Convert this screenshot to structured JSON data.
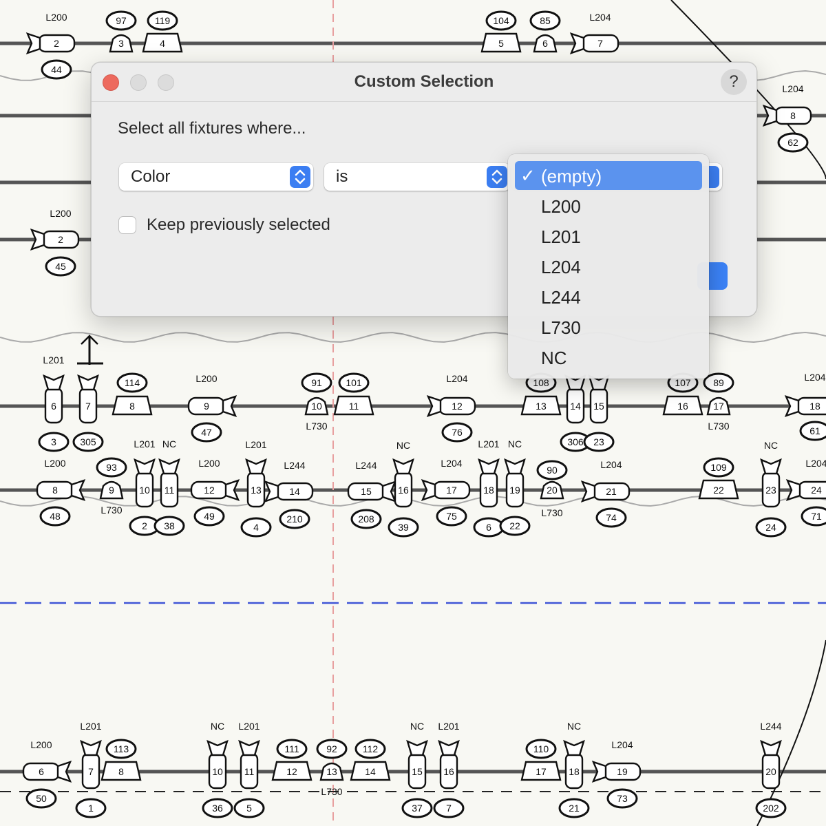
{
  "dialog": {
    "title": "Custom Selection",
    "help": "?",
    "prompt": "Select all fixtures where...",
    "field": "Color",
    "operator": "is",
    "keep_label": "Keep previously selected",
    "keep_checked": false
  },
  "menu": {
    "check": "✓",
    "options": [
      {
        "label": "(empty)",
        "selected": true
      },
      {
        "label": "L200",
        "selected": false
      },
      {
        "label": "L201",
        "selected": false
      },
      {
        "label": "L204",
        "selected": false
      },
      {
        "label": "L244",
        "selected": false
      },
      {
        "label": "L730",
        "selected": false
      },
      {
        "label": "NC",
        "selected": false
      }
    ]
  },
  "colors": {
    "accent": "#3b7ef2",
    "menu_highlight": "#5b93ee",
    "close_light": "#ed6a5e",
    "center_line": "#e8a0a0",
    "blue_dash": "#3f55d6"
  },
  "plot": {
    "row1": [
      {
        "n": "2",
        "label": "L200",
        "ch": "44"
      },
      {
        "n": "3",
        "ch": "97"
      },
      {
        "n": "4",
        "ch": "119"
      },
      {
        "n": "5",
        "ch": "104"
      },
      {
        "n": "6",
        "ch": "85"
      },
      {
        "n": "7",
        "label": "L204"
      },
      {
        "n": "8",
        "label": "L204",
        "ch": "62"
      }
    ],
    "row2": [
      {
        "n": "2",
        "label": "L200",
        "ch": "45"
      }
    ],
    "row3": [
      {
        "n": "6",
        "label": "L201",
        "ch": "3"
      },
      {
        "n": "7",
        "ch": "305"
      },
      {
        "n": "8",
        "ch": "114"
      },
      {
        "n": "9",
        "label": "L200",
        "ch": "47"
      },
      {
        "n": "10",
        "label": "L730",
        "ch": "91"
      },
      {
        "n": "11",
        "ch": "101"
      },
      {
        "n": "12",
        "label": "L204",
        "ch": "76"
      },
      {
        "n": "13",
        "ch": "108"
      },
      {
        "n": "14",
        "ch": "306"
      },
      {
        "n": "15",
        "ch": "23"
      },
      {
        "n": "16",
        "ch": "107"
      },
      {
        "n": "17",
        "label": "L730",
        "ch": "89"
      },
      {
        "n": "18",
        "label": "L204",
        "ch": "61"
      }
    ],
    "row4": [
      {
        "n": "8",
        "label": "L200",
        "ch": "48"
      },
      {
        "n": "9",
        "label": "L730",
        "ch": "93"
      },
      {
        "n": "10",
        "label": "L201",
        "ch": "2"
      },
      {
        "n": "11",
        "label": "NC",
        "ch": "38"
      },
      {
        "n": "12",
        "label": "L200",
        "ch": "49"
      },
      {
        "n": "13",
        "label": "L201",
        "ch": "4"
      },
      {
        "n": "14",
        "label": "L244",
        "ch": "210"
      },
      {
        "n": "15",
        "label": "L244",
        "ch": "208"
      },
      {
        "n": "16",
        "label": "NC",
        "ch": "39"
      },
      {
        "n": "17",
        "label": "L204",
        "ch": "75"
      },
      {
        "n": "18",
        "label": "L201",
        "ch": "6"
      },
      {
        "n": "19",
        "label": "NC",
        "ch": "22"
      },
      {
        "n": "20",
        "label": "L730",
        "ch": "90"
      },
      {
        "n": "21",
        "label": "L204",
        "ch": "74"
      },
      {
        "n": "22",
        "ch": "109"
      },
      {
        "n": "23",
        "label": "NC",
        "ch": "24"
      },
      {
        "n": "24",
        "label": "L204",
        "ch": "71"
      }
    ],
    "row5": [
      {
        "n": "6",
        "label": "L200",
        "ch": "50"
      },
      {
        "n": "7",
        "label": "L201",
        "ch": "1"
      },
      {
        "n": "8",
        "ch": "113"
      },
      {
        "n": "10",
        "label": "NC",
        "ch": "36"
      },
      {
        "n": "11",
        "label": "L201",
        "ch": "5"
      },
      {
        "n": "12",
        "ch": "111"
      },
      {
        "n": "13",
        "label": "L730",
        "ch": "92"
      },
      {
        "n": "14",
        "ch": "112"
      },
      {
        "n": "15",
        "label": "NC",
        "ch": "37"
      },
      {
        "n": "16",
        "label": "L201",
        "ch": "7"
      },
      {
        "n": "17",
        "ch": "110"
      },
      {
        "n": "18",
        "label": "NC",
        "ch": "21"
      },
      {
        "n": "19",
        "label": "L204",
        "ch": "73"
      },
      {
        "n": "20",
        "label": "L244",
        "ch": "202"
      }
    ]
  }
}
